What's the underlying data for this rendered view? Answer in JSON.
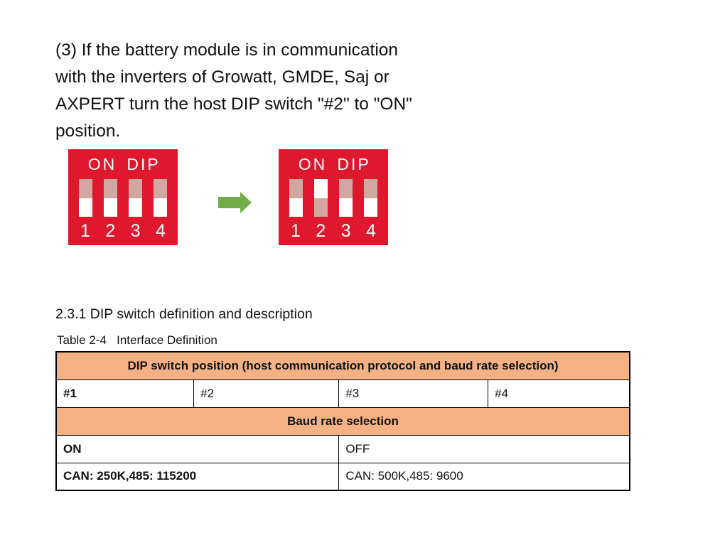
{
  "colors": {
    "text": "#111111",
    "table_orange": "#f4b183",
    "dip_red": "#e0182e",
    "slot_tan": "#d0a89f",
    "arrow_green": "#70ad47",
    "border": "#000000"
  },
  "content": {
    "paragraph": "(3) If the battery module is in communication\nwith the inverters of Growatt, GMDE, Saj or\nAXPERT turn the host DIP switch \"#2\" to \"ON\"\nposition.",
    "section_heading": "2.3.1 DIP switch definition and description",
    "table_caption": "Table 2-4   Interface Definition"
  },
  "dip": {
    "on_label": "ON",
    "dip_label": "DIP",
    "numbers": [
      "1",
      "2",
      "3",
      "4"
    ],
    "before_states": [
      "off",
      "off",
      "off",
      "off"
    ],
    "after_states": [
      "off",
      "on",
      "off",
      "off"
    ]
  },
  "table": {
    "header": "DIP switch position (host communication protocol and baud rate selection)",
    "switch_columns": [
      "#1",
      "#2",
      "#3",
      "#4"
    ],
    "subheader": "Baud rate selection",
    "state_row": [
      "ON",
      "OFF"
    ],
    "baud_row": [
      "CAN: 250K,485: 115200",
      "CAN: 500K,485: 9600"
    ]
  }
}
